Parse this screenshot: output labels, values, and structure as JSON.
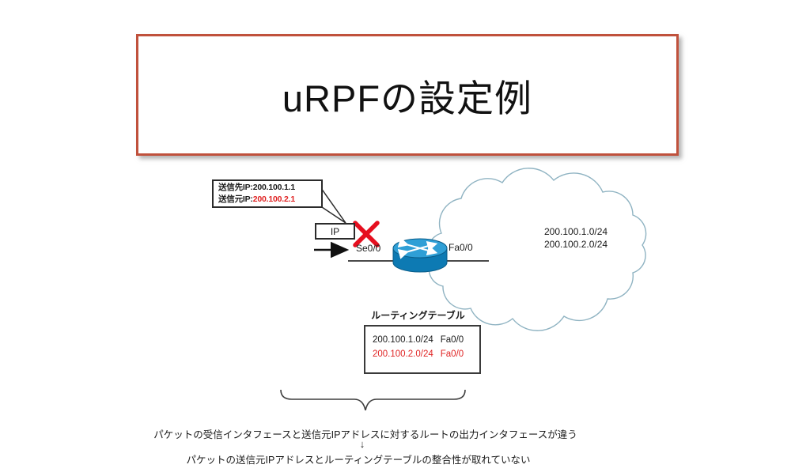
{
  "slide": {
    "title": "uRPFの設定例"
  },
  "packet_callout": {
    "dest_label": "送信先IP:",
    "dest_value": "200.100.1.1",
    "src_label": "送信元IP:",
    "src_value": "200.100.2.1"
  },
  "packet": {
    "label": "IP"
  },
  "interfaces": {
    "ingress": "Se0/0",
    "egress": "Fa0/0"
  },
  "cloud": {
    "networks": [
      "200.100.1.0/24",
      "200.100.2.0/24"
    ]
  },
  "routing_table": {
    "title": "ルーティングテーブル",
    "rows": [
      {
        "network": "200.100.1.0/24",
        "interface": "Fa0/0"
      },
      {
        "network": "200.100.2.0/24",
        "interface": "Fa0/0"
      }
    ]
  },
  "conclusion": {
    "line1": "パケットの受信インタフェースと送信元IPアドレスに対するルートの出力インタフェースが違う",
    "arrow": "↓",
    "line2": "パケットの送信元IPアドレスとルーティングテーブルの整合性が取れていない"
  },
  "colors": {
    "title_border": "#c0513c",
    "alert_red": "#e02424",
    "x_red": "#e60f1f",
    "cloud_stroke": "#8fb3c2",
    "router_blue_top": "#2f9fd6",
    "router_blue_body": "#0d7ab3",
    "line_gray": "#4a4a4a"
  }
}
